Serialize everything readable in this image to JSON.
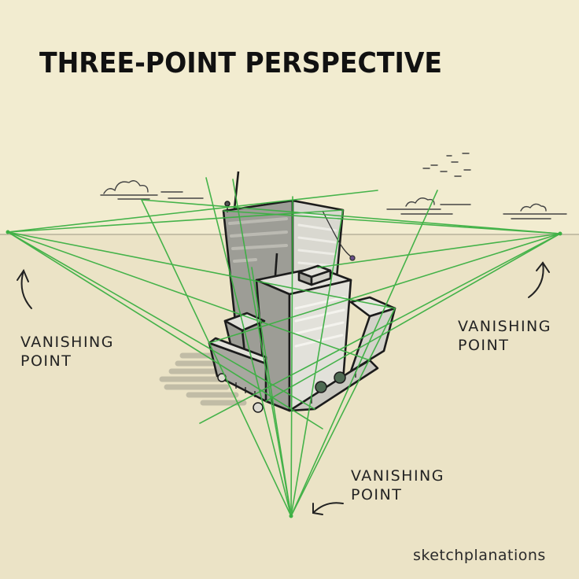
{
  "title": "THREE-POINT PERSPECTIVE",
  "labels": {
    "left_vp": [
      "VANISHING",
      "POINT"
    ],
    "right_vp": [
      "VANISHING",
      "POINT"
    ],
    "bottom_vp": [
      "VANISHING",
      "POINT"
    ]
  },
  "brand": "sketchplanations",
  "colors": {
    "background_sky": "#f2ecd0",
    "background_ground": "#ebe3c6",
    "horizon": "#b7b19a",
    "perspective_lines": "#3cb043",
    "ink": "#1c1c1c",
    "building_shade": "#9d9d96",
    "building_light": "#e2e1da",
    "tree_green": "#4e6a53"
  }
}
